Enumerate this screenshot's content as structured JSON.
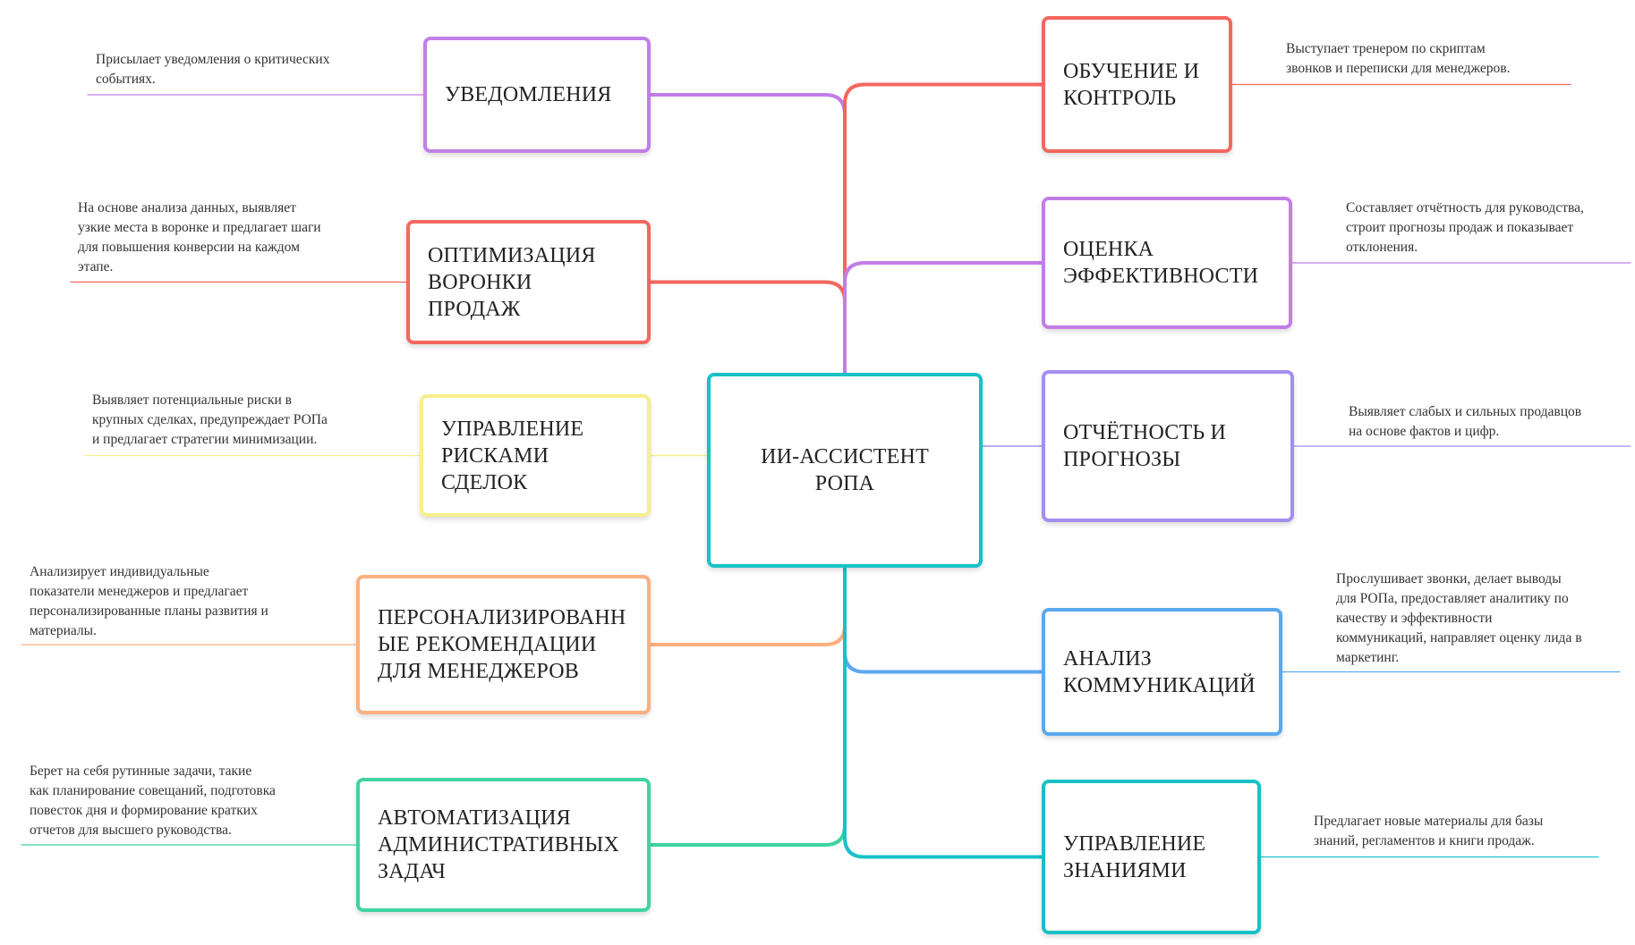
{
  "central": {
    "label": "ИИ-АССИСТЕНТ РОПА",
    "color": "#19c1c7"
  },
  "left_branches": [
    {
      "id": "notifications",
      "label": "УВЕДОМЛЕНИЯ",
      "color": "#c27ee6",
      "note": "Присылает уведомления о критических\nсобытиях."
    },
    {
      "id": "funnel",
      "label": "ОПТИМИЗАЦИЯ\nВОРОНКИ ПРОДАЖ",
      "color": "#f4675f",
      "note": "На основе анализа данных, выявляет\nузкие места в воронке и предлагает шаги\nдля повышения конверсии на каждом\nэтапе."
    },
    {
      "id": "risks",
      "label": "УПРАВЛЕНИЕ\nРИСКАМИ\nСДЕЛОК",
      "color": "#f7ef8b",
      "note": "Выявляет потенциальные риски в\nкрупных сделках, предупреждает РОПа\nи предлагает стратегии минимизации."
    },
    {
      "id": "recommendations",
      "label": "ПЕРСОНАЛИЗИРОВАНН\nЫЕ РЕКОМЕНДАЦИИ\nДЛЯ МЕНЕДЖЕРОВ",
      "color": "#fbb07f",
      "note": "Анализирует индивидуальные\nпоказатели менеджеров и предлагает\nперсонализированные планы развития и\nматериалы."
    },
    {
      "id": "automation",
      "label": "АВТОМАТИЗАЦИЯ\nАДМИНИСТРАТИВНЫХ\nЗАДАЧ",
      "color": "#3fd3a2",
      "note": "Берет на себя рутинные задачи, такие\nкак планирование совещаний, подготовка\nповесток дня и формирование кратких\nотчетов для высшего руководства."
    }
  ],
  "right_branches": [
    {
      "id": "training",
      "label": "ОБУЧЕНИЕ И\nКОНТРОЛЬ",
      "color": "#f4675f",
      "note": "Выступает тренером по скриптам\nзвонков и переписки для менеджеров."
    },
    {
      "id": "efficiency",
      "label": "ОЦЕНКА\nЭФФЕКТИВНОСТИ",
      "color": "#c27ee6",
      "note": "Составляет отчётность для руководства,\nстроит прогнозы продаж и показывает\nотклонения."
    },
    {
      "id": "reporting",
      "label": "ОТЧЁТНОСТЬ И\nПРОГНОЗЫ",
      "color": "#a38ef0",
      "note": "Выявляет слабых и сильных продавцов\nна основе фактов и цифр."
    },
    {
      "id": "communications",
      "label": "АНАЛИЗ\nКОММУНИКАЦИЙ",
      "color": "#5aa9ee",
      "note": "Прослушивает звонки, делает выводы\nдля РОПа, предоставляет аналитику по\nкачеству и эффективности\nкоммуникаций, направляет оценку лида в\nмаркетинг."
    },
    {
      "id": "knowledge",
      "label": "УПРАВЛЕНИЕ\nЗНАНИЯМИ",
      "color": "#19c1c7",
      "note": "Предлагает новые материалы для базы\nзнаний, регламентов и книги продаж."
    }
  ]
}
